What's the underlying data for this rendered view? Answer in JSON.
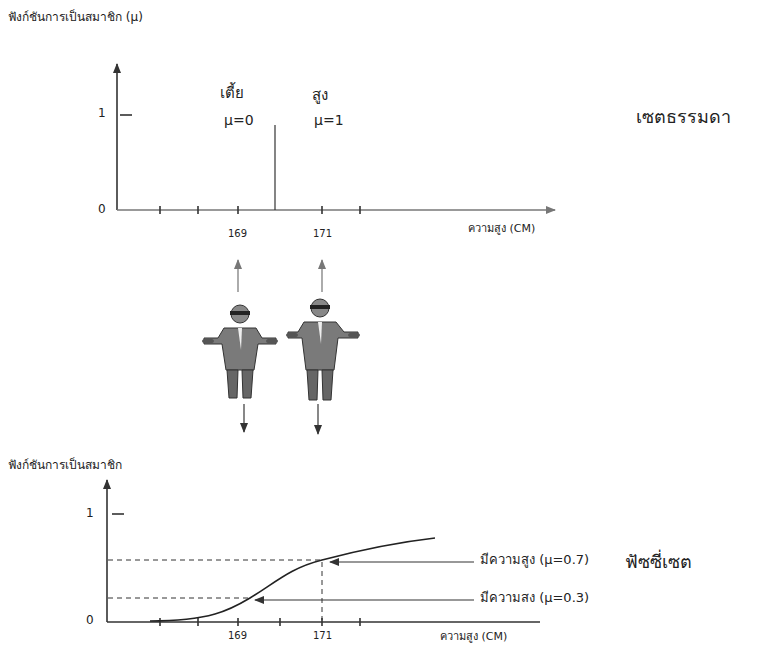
{
  "diagram": {
    "labels": [
      "ฟังก์ชันการเป็นสมาชิก (μ)",
      "1",
      "0",
      "เตี้ย",
      "μ=0",
      "สูง",
      "μ=1",
      "เซตธรรมดา",
      "169",
      "171",
      "ความสูง (CM)",
      "ฟังก์ชันการเป็นสมาชิก",
      "1",
      "0",
      "มีความสูง (μ=0.7)",
      "มีความสง (μ=0.3)",
      "ฟัซซี่เซต",
      "169",
      "171",
      "ความสูง (CM)"
    ]
  }
}
